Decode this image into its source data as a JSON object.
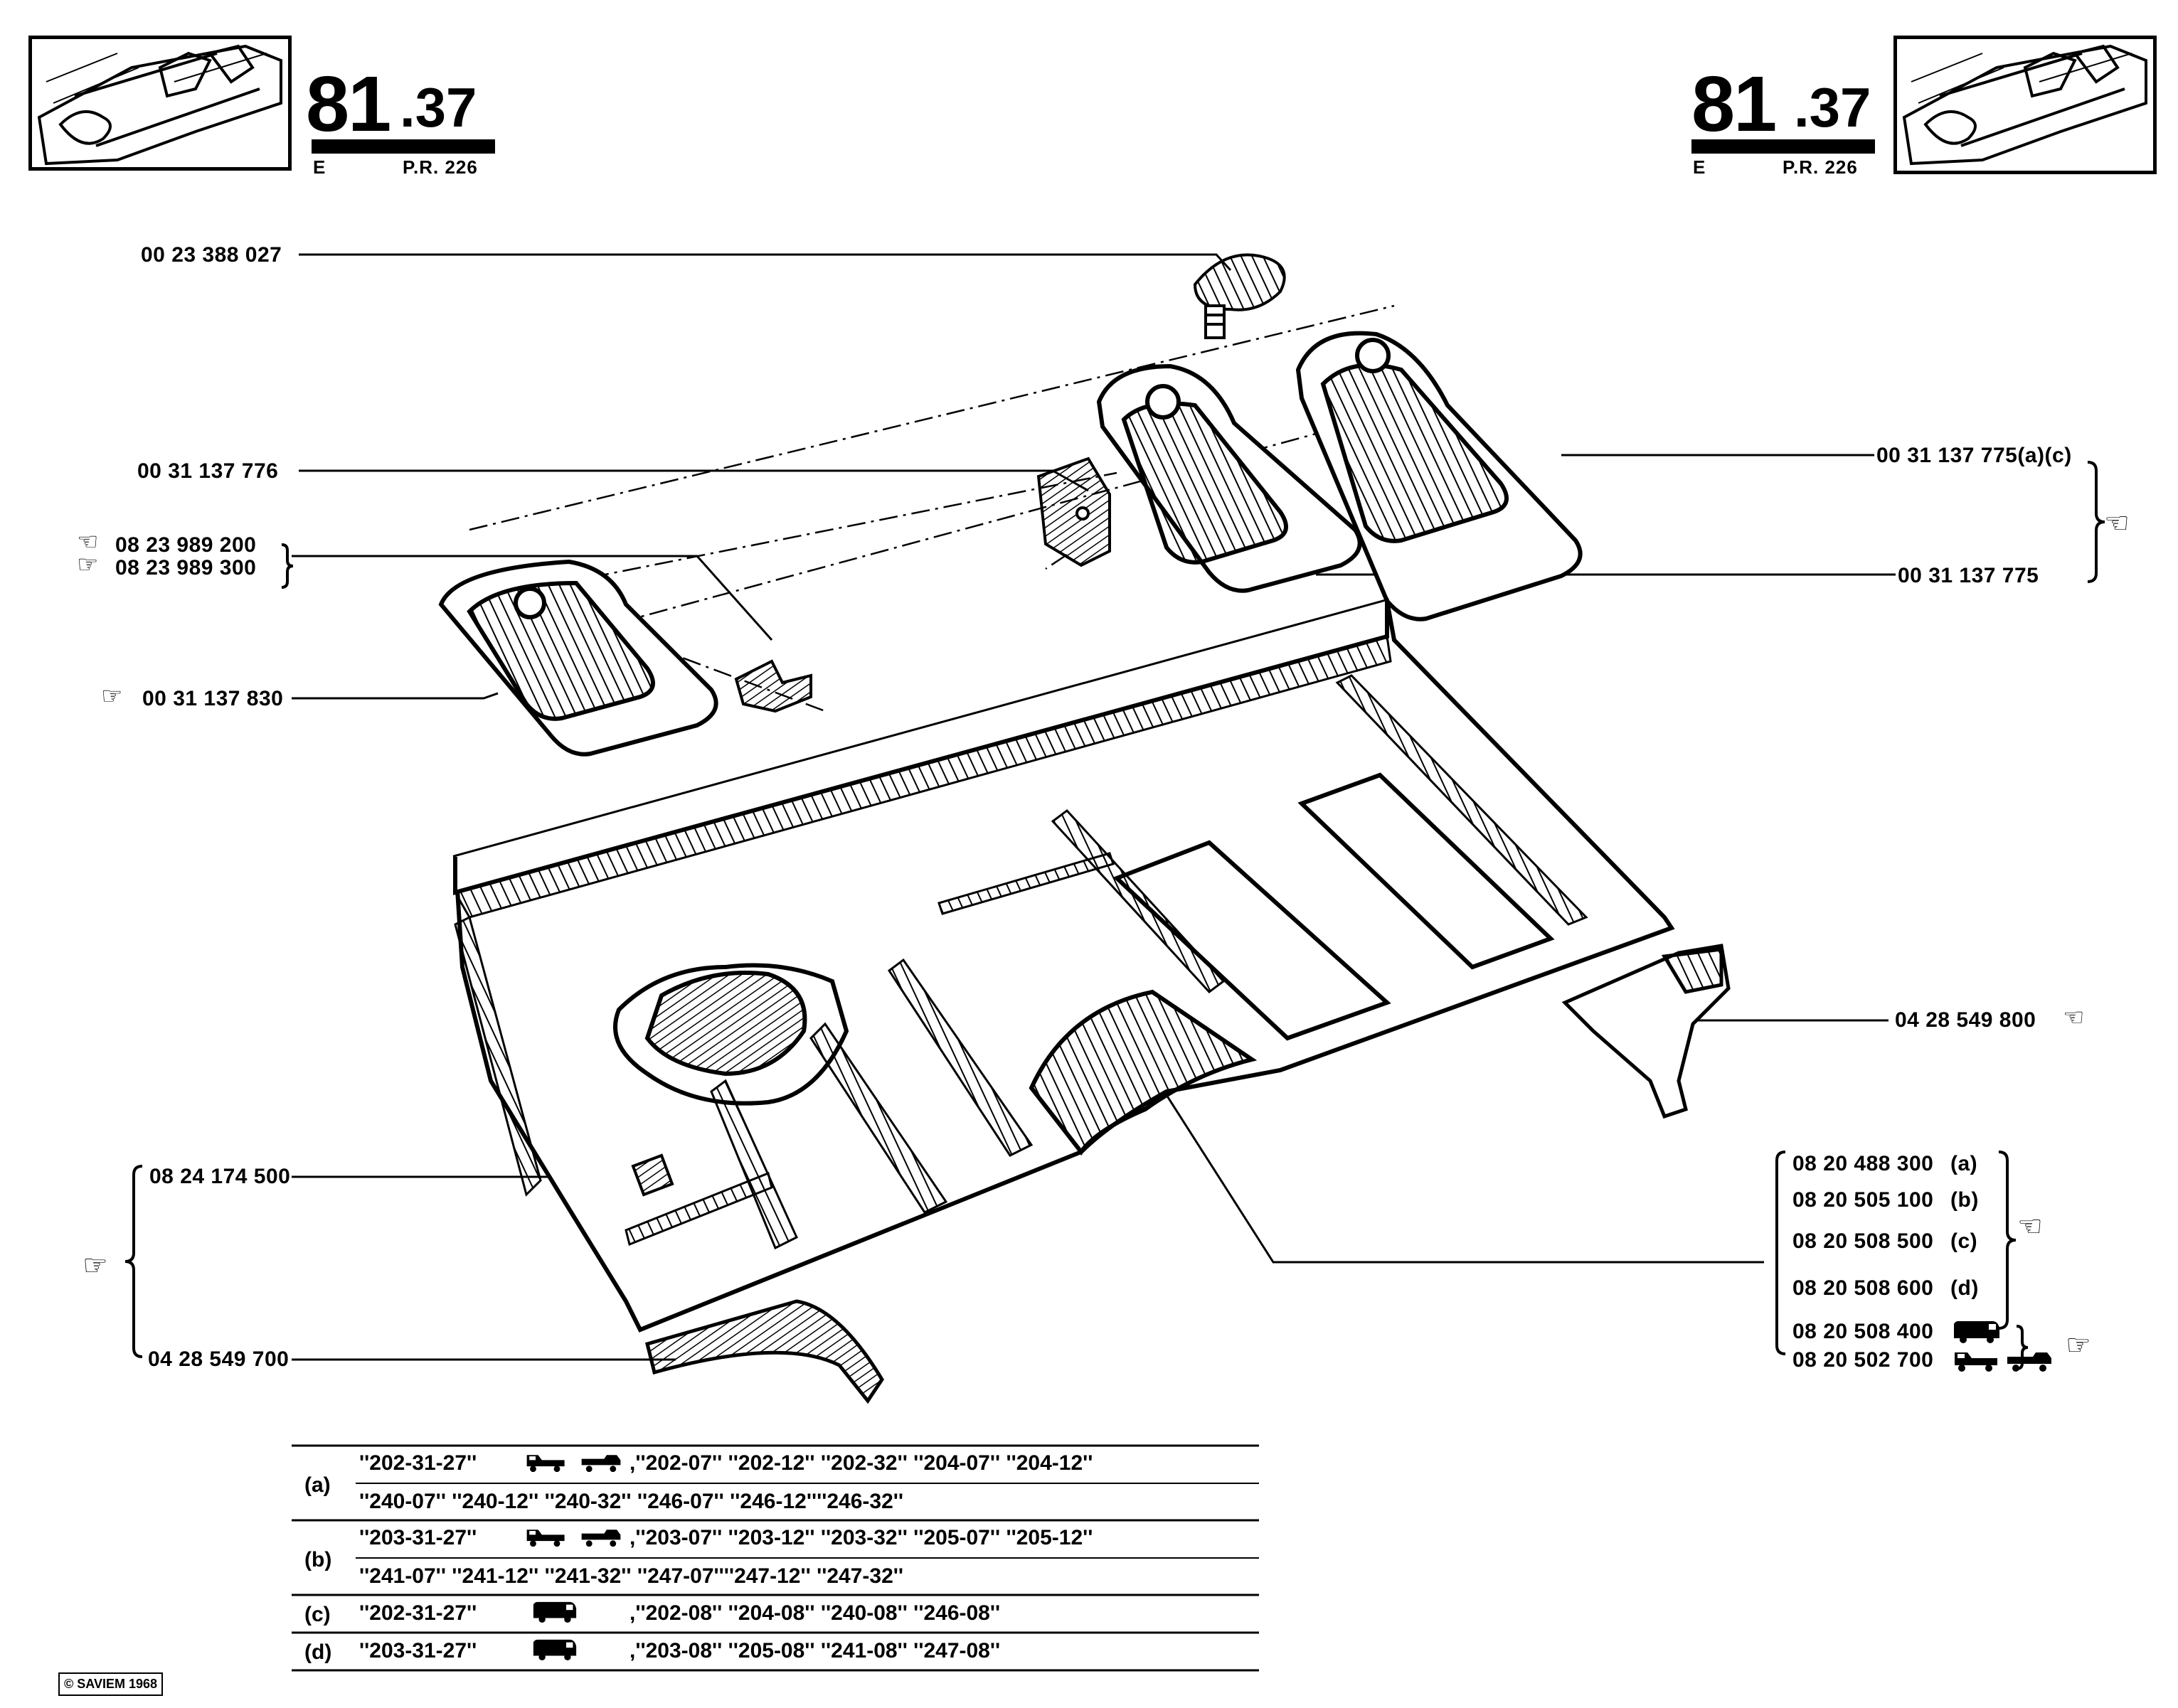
{
  "header": {
    "section_major": "81",
    "section_minor": ".37",
    "edition_letter": "E",
    "pr_ref": "P.R. 226"
  },
  "callouts": {
    "knob": "00 23 388 027",
    "clip": "00 31 137 776",
    "bracket_lh": "08 23 989 200",
    "bracket_rh": "08 23 989 300",
    "mat_lh": "00 31 137 830",
    "mat_rh_a": "00 31 137 775(a)(c)",
    "mat_rh": "00 31 137 775",
    "trim_r": "04 28 549 800",
    "tab": "08 24 174 500",
    "trim_l": "04 28 549 700",
    "floor_a": "08 20 488 300",
    "floor_b": "08 20 505 100",
    "floor_c": "08 20 508 500",
    "floor_d": "08 20 508 600",
    "floor_van": "08 20 508 400",
    "floor_pickup": "08 20 502 700",
    "tag_a": "(a)",
    "tag_b": "(b)",
    "tag_c": "(c)",
    "tag_d": "(d)"
  },
  "icons": {
    "hand_left": "hand-pointing-left-icon",
    "hand_right": "hand-pointing-right-icon",
    "van": "van-icon",
    "pickup": "pickup-truck-icon",
    "copyright": "copyright-icon"
  },
  "applicability": [
    {
      "code": "(a)",
      "line1_pre": "''202-31-27''",
      "line1_post": ",''202-07'' ''202-12'' ''202-32'' ''204-07'' ''204-12''",
      "line2": "''240-07'' ''240-12'' ''240-32'' ''246-07'' ''246-12''''246-32''"
    },
    {
      "code": "(b)",
      "line1_pre": "''203-31-27''",
      "line1_post": ",''203-07'' ''203-12'' ''203-32'' ''205-07'' ''205-12''",
      "line2": "''241-07'' ''241-12'' ''241-32'' ''247-07''''247-12'' ''247-32''"
    },
    {
      "code": "(c)",
      "line1_pre": "''202-31-27''",
      "line1_post": ",''202-08'' ''204-08'' ''240-08'' ''246-08''"
    },
    {
      "code": "(d)",
      "line1_pre": "''203-31-27''",
      "line1_post": ",''203-08'' ''205-08'' ''241-08'' ''247-08''"
    }
  ],
  "footer": {
    "copyright": "SAVIEM 1968"
  }
}
